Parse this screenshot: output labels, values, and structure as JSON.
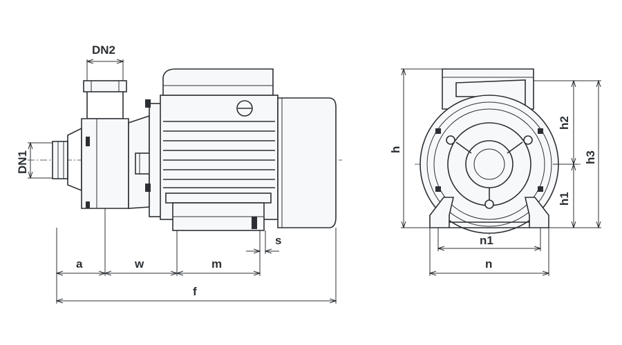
{
  "labels": {
    "dn2": "DN2",
    "dn1": "DN1",
    "a": "a",
    "w": "w",
    "m": "m",
    "s": "s",
    "f": "f",
    "h": "h",
    "h1": "h1",
    "h2": "h2",
    "h3": "h3",
    "n1": "n1",
    "n": "n"
  },
  "colors": {
    "line": "#2b2f33",
    "background": "#ffffff"
  }
}
